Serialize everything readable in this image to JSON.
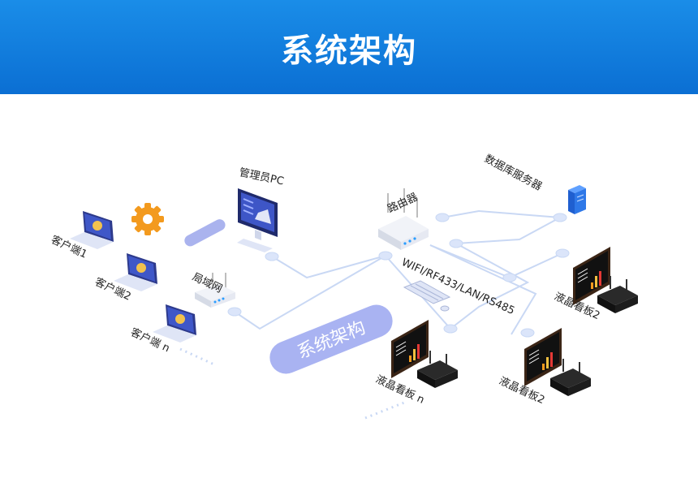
{
  "header": {
    "title": "系统架构"
  },
  "center_badge": {
    "label": "系统架构"
  },
  "nodes": {
    "client1": "客户端1",
    "client2": "客户端2",
    "clientn": "客户端 n",
    "admin_pc": "管理员PC",
    "lan": "局域网",
    "router": "路由器",
    "db_server": "数据库服务器",
    "protocols": "WIFI/RF433/LAN/RS485",
    "board_right_top": "液晶看板2",
    "board_right_bottom": "液晶看板2",
    "board_center": "液晶看板 n"
  },
  "icons": [
    "laptop-icon",
    "gear-icon",
    "monitor-icon",
    "switch-icon",
    "router-icon",
    "server-icon",
    "keyboard-icon",
    "lcd-board-icon",
    "set-top-box-icon"
  ],
  "colors": {
    "banner": "#0b7ad9",
    "accent_orange": "#f39a1e",
    "line": "#c9d8f4",
    "badge": "#a9b3f2",
    "node_dot": "#dbe5fa"
  }
}
